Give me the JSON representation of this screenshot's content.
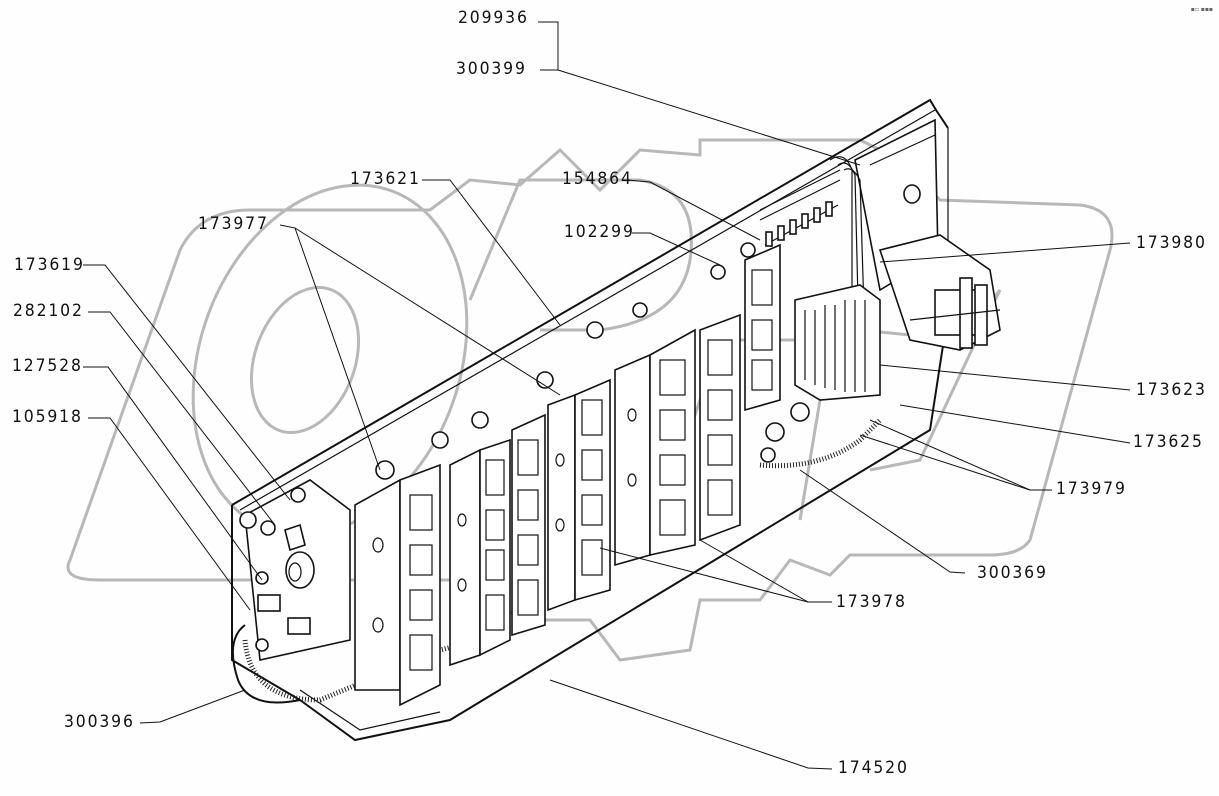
{
  "diagram": {
    "title": "Electrical panel / terminal block assembly",
    "watermark": "OPEX",
    "corner_mark": "▪▫ ▪▪▪",
    "callouts": [
      {
        "id": "c209936",
        "part": "209936"
      },
      {
        "id": "c300399",
        "part": "300399"
      },
      {
        "id": "c173621",
        "part": "173621"
      },
      {
        "id": "c154864",
        "part": "154864"
      },
      {
        "id": "c173977",
        "part": "173977"
      },
      {
        "id": "c102299",
        "part": "102299"
      },
      {
        "id": "c173980",
        "part": "173980"
      },
      {
        "id": "c173619",
        "part": "173619"
      },
      {
        "id": "c282102",
        "part": "282102"
      },
      {
        "id": "c127528",
        "part": "127528"
      },
      {
        "id": "c105918",
        "part": "105918"
      },
      {
        "id": "c173623",
        "part": "173623"
      },
      {
        "id": "c173625",
        "part": "173625"
      },
      {
        "id": "c173979",
        "part": "173979"
      },
      {
        "id": "c300369",
        "part": "300369"
      },
      {
        "id": "c173978",
        "part": "173978"
      },
      {
        "id": "c300396",
        "part": "300396"
      },
      {
        "id": "c174520",
        "part": "174520"
      }
    ]
  }
}
